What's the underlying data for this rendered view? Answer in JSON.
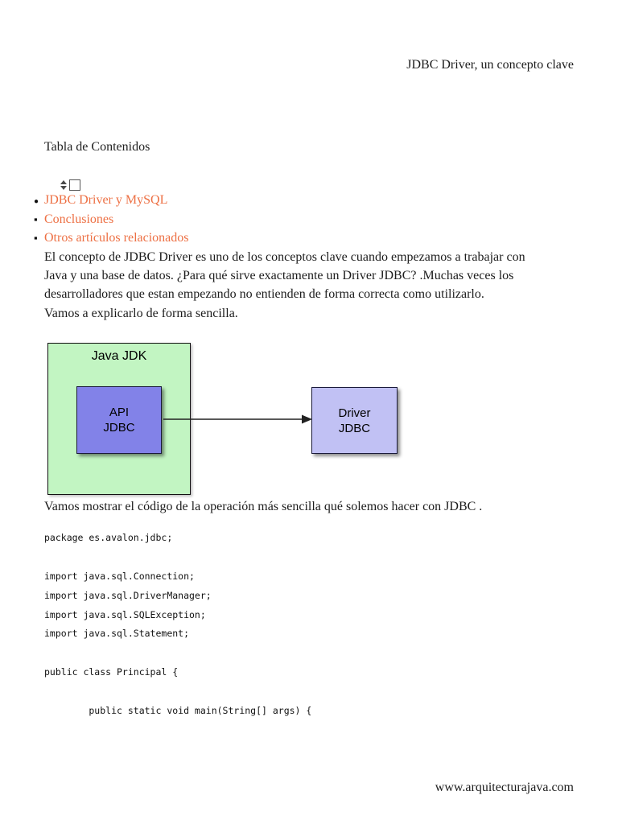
{
  "page": {
    "header_title": "JDBC Driver, un concepto clave",
    "footer_url": "www.arquitecturajava.com"
  },
  "toc": {
    "heading": "Tabla de Contenidos",
    "widget_icons": {
      "sort_icon": "up-down-arrows",
      "box_icon": "empty-checkbox"
    },
    "items": [
      {
        "bullet": "●",
        "label": "JDBC Driver y MySQL"
      },
      {
        "bullet": "▪",
        "label": "Conclusiones"
      },
      {
        "bullet": "▪",
        "label": "Otros artículos relacionados"
      }
    ]
  },
  "intro": {
    "lines": [
      "El concepto de JDBC Driver es uno de los conceptos clave cuando empezamos a trabajar con",
      "Java y una base de datos. ¿Para qué sirve exactamente un Driver JDBC? .Muchas veces los",
      "desarrolladores que estan empezando no entienden de forma correcta como utilizarlo.",
      "Vamos a explicarlo de forma sencilla."
    ]
  },
  "diagram": {
    "jdk_label": "Java JDK",
    "api_box": {
      "line1": "API",
      "line2": "JDBC"
    },
    "driver_box": {
      "line1": "Driver",
      "line2": "JDBC"
    },
    "colors": {
      "jdk_bg": "#c2f5c2",
      "api_bg": "#8282e8",
      "driver_bg": "#c1c1f4",
      "arrow": "#222222"
    }
  },
  "code_intro": "Vamos mostrar el código de la operación más sencilla qué solemos hacer con JDBC .",
  "code": {
    "lines": [
      "package es.avalon.jdbc;",
      "",
      "import java.sql.Connection;",
      "import java.sql.DriverManager;",
      "import java.sql.SQLException;",
      "import java.sql.Statement;",
      "",
      "public class Principal {",
      "",
      "        public static void main(String[] args) {"
    ]
  },
  "colors": {
    "link": "#ed7044",
    "text": "#1c1c1c",
    "background": "#ffffff"
  }
}
